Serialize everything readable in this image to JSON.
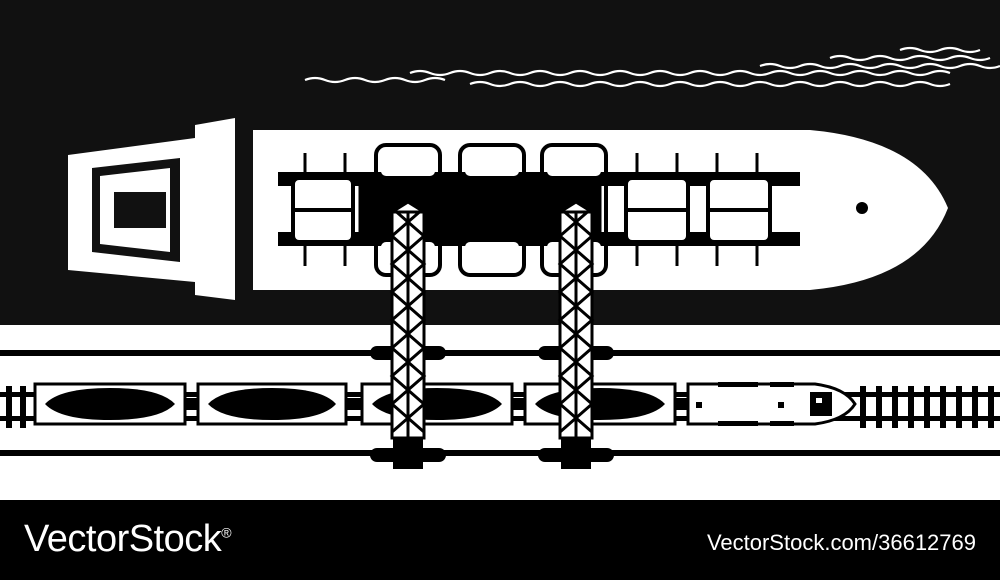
{
  "scene": {
    "subject": "cargo-ship-freight-train-port-top-view",
    "colors": {
      "water": "#111111",
      "land": "#ffffff",
      "ink": "#000000",
      "paper": "#ffffff"
    }
  },
  "footer": {
    "brand": "VectorStock",
    "registered_mark": "®",
    "image_id": "VectorStock.com/36612769"
  }
}
